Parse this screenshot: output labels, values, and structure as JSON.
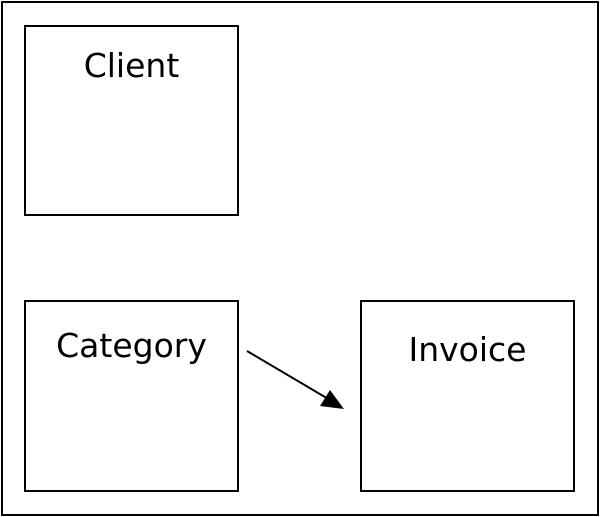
{
  "diagram": {
    "nodes": [
      {
        "id": "client",
        "label": "Client"
      },
      {
        "id": "category",
        "label": "Category"
      },
      {
        "id": "invoice",
        "label": "Invoice"
      }
    ],
    "edges": [
      {
        "from": "category",
        "to": "invoice",
        "directed": true
      }
    ],
    "colors": {
      "stroke": "#000000",
      "background": "#ffffff"
    }
  }
}
